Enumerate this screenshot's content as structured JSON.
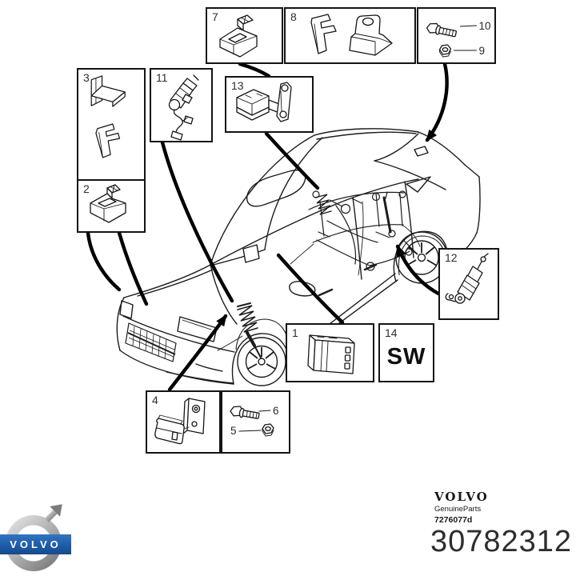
{
  "callouts": {
    "c1": "1",
    "c2": "2",
    "c3": "3",
    "c4": "4",
    "c7": "7",
    "c8": "8",
    "c11": "11",
    "c12": "12",
    "c13": "13",
    "c14": "14"
  },
  "fasteners": {
    "bolt_upper_label": "10",
    "nut_upper_label": "9",
    "bolt_lower_label": "6",
    "nut_lower_label": "5"
  },
  "sw_text": "SW",
  "brand": {
    "wordmark": "VOLVO",
    "genuine_line": "GenuineParts",
    "doc_ref": "7276077d",
    "part_number": "30782312"
  },
  "logo": {
    "text": "VOLVO",
    "band_color": "#1d5aa6",
    "ring_light": "#ececec",
    "ring_dark": "#6d6d6d"
  },
  "colors": {
    "line_art": "#1c1c1c",
    "leader": "#000000",
    "background": "#ffffff"
  }
}
